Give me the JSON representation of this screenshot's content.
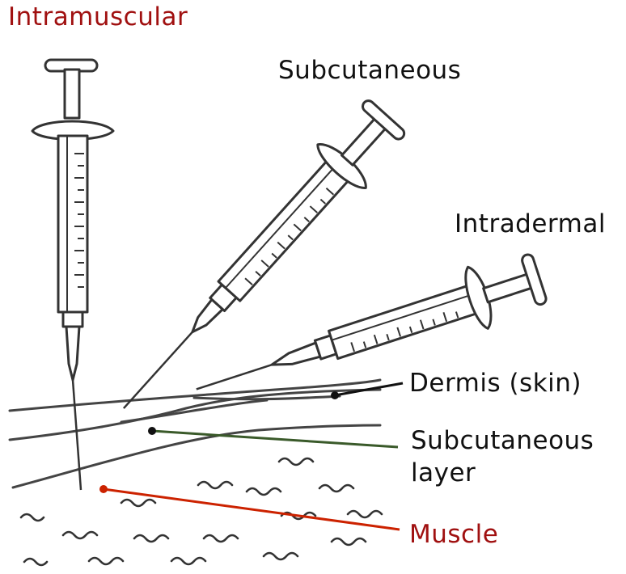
{
  "labels": {
    "intramuscular": "Intramuscular",
    "subcutaneous": "Subcutaneous",
    "intradermal": "Intradermal",
    "dermis": "Dermis (skin)",
    "subcutaneous_layer_line1": "Subcutaneous",
    "subcutaneous_layer_line2": "layer",
    "muscle": "Muscle"
  },
  "colors": {
    "intramuscular": "#a01010",
    "muscle": "#a01010",
    "muscle_leader": "#cc2200",
    "subcutaneous_leader": "#3a5a2a",
    "ink": "#111111"
  }
}
